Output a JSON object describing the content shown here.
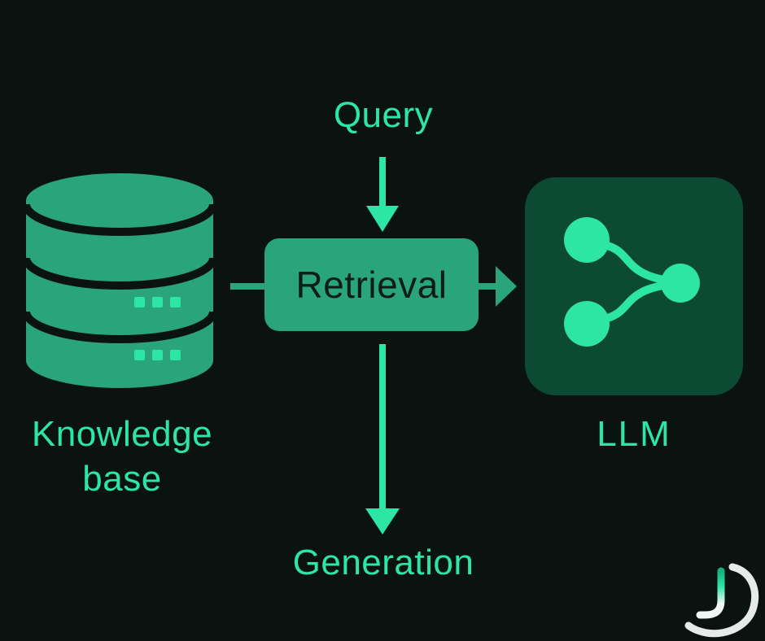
{
  "palette": {
    "background": "#0b1311",
    "bright_green": "#2de5a4",
    "mid_green": "#2aa57b",
    "tile_green": "#0d4a33",
    "box_text_color": "#0f1d17",
    "logo_white": "#f2f7f5"
  },
  "labels": {
    "query": "Query",
    "retrieval": "Retrieval",
    "knowledge_base": "Knowledge base",
    "llm": "LLM",
    "generation": "Generation"
  }
}
